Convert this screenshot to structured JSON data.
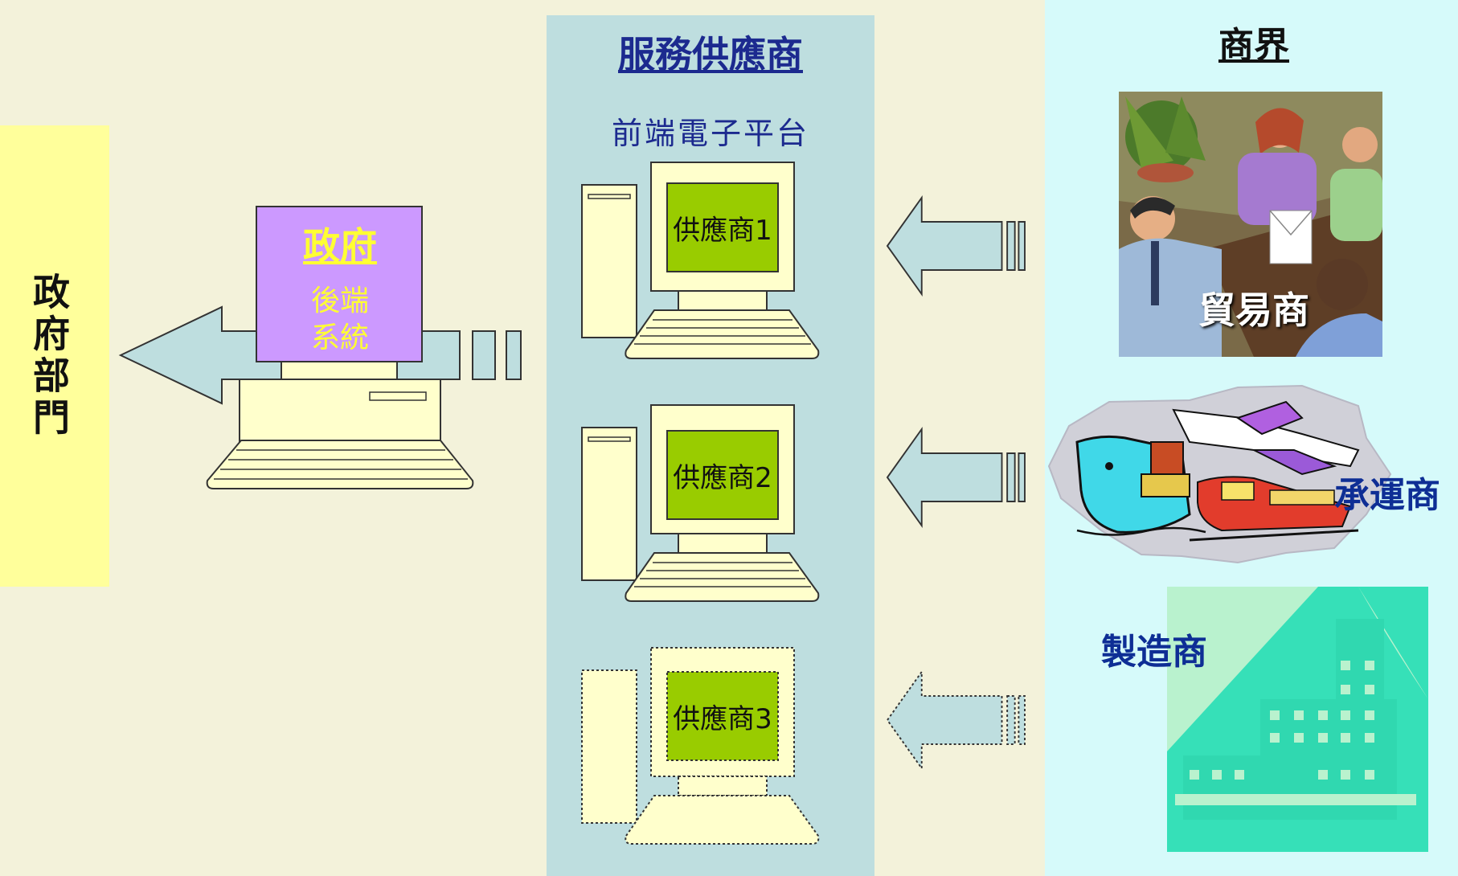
{
  "government_dept": {
    "label": "政府部門"
  },
  "service_provider": {
    "title": "服務供應商",
    "subtitle": "前端電子平台",
    "computers": [
      {
        "label": "供應商1"
      },
      {
        "label": "供應商2"
      },
      {
        "label": "供應商3"
      }
    ]
  },
  "government_system": {
    "title": "政府",
    "subtitle_line1": "後端",
    "subtitle_line2": "系統"
  },
  "business": {
    "title": "商界",
    "trader": "貿易商",
    "carrier": "承運商",
    "manufacturer": "製造商"
  },
  "colors": {
    "background": "#F3F2DA",
    "provider_panel": "#BEDEDF",
    "business_panel": "#D6FAFA",
    "govdept_panel": "#FFFF9B",
    "screen_green": "#99CC00",
    "gov_screen_purple": "#CC99FF",
    "arrow_fill": "#BEDEDF",
    "title_blue": "#1C2A8F"
  }
}
